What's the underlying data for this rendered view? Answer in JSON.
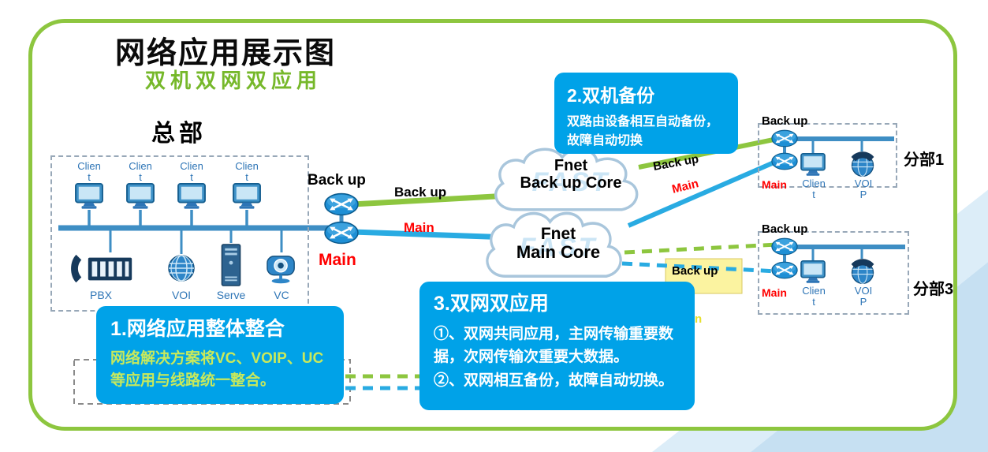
{
  "title": "网络应用展示图",
  "subtitle": "双机双网双应用",
  "colors": {
    "frame_green": "#8DC63F",
    "callout_blue": "#00A2E8",
    "line_green": "#8DC63F",
    "line_blue": "#29ABE2",
    "bus_blue": "#3E8EC4",
    "label_red": "#FF0000",
    "callout1_body_green": "#C8E95C"
  },
  "headquarters": {
    "label": "总部",
    "client_label": "Clien t",
    "devices": [
      "PBX",
      "VOI",
      "Serve",
      "VC"
    ],
    "router_backup_label": "Back up",
    "router_main_label": "Main"
  },
  "links": {
    "hq_backup": "Back up",
    "hq_main": "Main",
    "branch1_backup": "Back up",
    "branch1_main": "Main",
    "branch3_backup": "Back up",
    "branch3_main": "Main"
  },
  "clouds": {
    "watermark": "FAST",
    "backup": {
      "line1": "Fnet",
      "line2": "Back up Core"
    },
    "main": {
      "line1": "Fnet",
      "line2": "Main Core"
    }
  },
  "branch1": {
    "name": "分部1",
    "backup_label": "Back up",
    "main_label": "Main",
    "client_label": "Clien t",
    "voip_label": "VOI P"
  },
  "branch3": {
    "name": "分部3",
    "backup_label": "Back up",
    "main_label": "Main",
    "client_label": "Clien t",
    "voip_label": "VOI P"
  },
  "callouts": {
    "integration": {
      "title": "1.网络应用整体整合",
      "body": "网络解决方案将VC、VOIP、UC等应用与线路统一整合。"
    },
    "backup": {
      "title": "2.双机备份",
      "body": "双路由设备相互自动备份，故障自动切换"
    },
    "dual": {
      "title": "3.双网双应用",
      "body1": "①、双网共同应用，主网传输重要数据，次网传输次重要大数据。",
      "body2": "②、双网相互备份，故障自动切换。"
    }
  }
}
